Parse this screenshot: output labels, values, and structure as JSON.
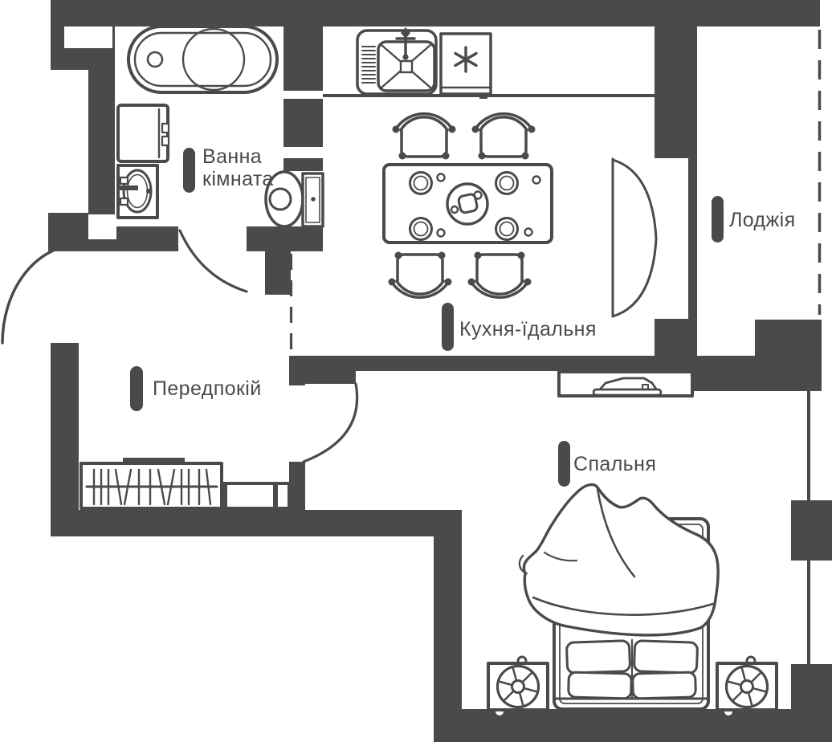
{
  "colors": {
    "wall": "#4a4a4a",
    "background": "#ffffff"
  },
  "rooms": {
    "bathroom": {
      "label_line1": "Ванна",
      "label_line2": "кімната"
    },
    "hallway": {
      "label": "Передпокій"
    },
    "kitchen_dining": {
      "label": "Кухня-їдальня"
    },
    "bedroom": {
      "label": "Спальня"
    },
    "loggia": {
      "label": "Лоджія"
    }
  },
  "furniture": [
    "bathtub",
    "washing-machine",
    "washbasin",
    "toilet",
    "kitchen-sink",
    "fridge",
    "kitchen-counter",
    "dining-table",
    "chair",
    "teapot",
    "wardrobe",
    "closet-shelves",
    "tv-panel",
    "double-bed",
    "pillows",
    "blanket",
    "air-conditioner",
    "french-doors",
    "entrance-door"
  ]
}
